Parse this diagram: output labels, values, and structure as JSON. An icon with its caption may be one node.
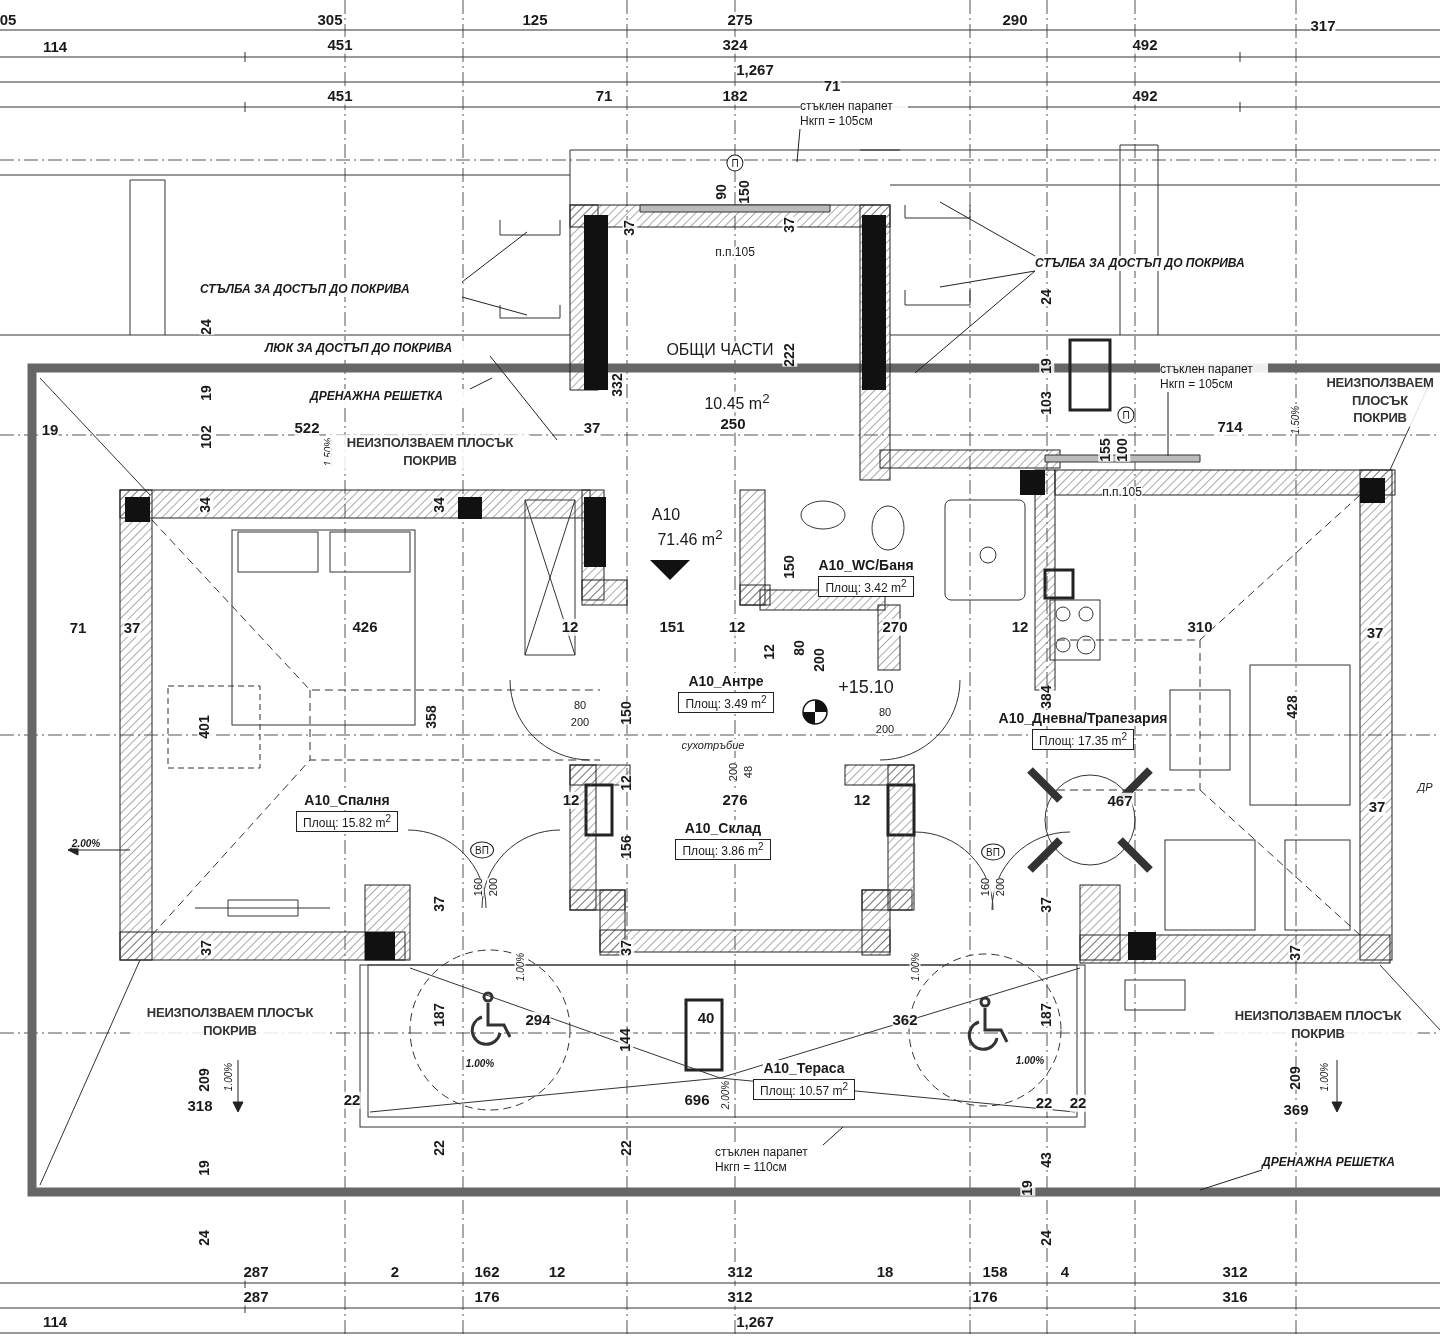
{
  "diagram": {
    "nodes": [
      {
        "text": [
          "A10_Спалня",
          "Площ: 15.82 m$^{2}$"
        ]
      },
      {
        "text": [
          "A10_Антре",
          "Площ: 3.49 m$^{2}$"
        ]
      },
      {
        "text": [
          "A10_WC/Баня",
          "Площ: 3.42 m$^{2}$"
        ]
      },
      {
        "text": [
          "A10_Дневна/Трапезария",
          "Площ: 17.35 m$^{2}$"
        ]
      },
      {
        "text": [
          "A10_Склад",
          "Площ: 3.86 m$^{2}$"
        ]
      },
      {
        "text": [
          "A10_Тераса",
          "Площ: 10.57 m$^{2}$"
        ]
      },
      {
        "text": [
          "СТЪЛБА ЗА ДОСТЪП ДО ПОКРИВА"
        ]
      },
      {
        "text": [
          "СТЪЛБА ЗА ДОСТЪП ДО ПОКРИВА"
        ]
      },
      {
        "text": [
          "ЛЮК ЗА ДОСТЪП ДО ПОКРИВА"
        ]
      },
      {
        "text": [
          "ДРЕНАЖНА РЕШЕТКА"
        ]
      },
      {
        "text": [
          "стъклен парапет Нкгп = 105см"
        ]
      },
      {
        "text": [
          "стъклен парапет Нкгп = 105см"
        ]
      },
      {
        "text": [
          "стъклен парапет Нкгп = 110см"
        ]
      },
      {
        "text": [
          "ДРЕНАЖНА РЕШЕТКА"
        ]
      }
    ],
    "edges": [
      {
        "from": 6,
        "to": null,
        "arrow": "none"
      },
      {
        "from": 6,
        "to": null,
        "arrow": "none"
      },
      {
        "from": 7,
        "to": null,
        "arrow": "none"
      },
      {
        "from": 7,
        "to": null,
        "arrow": "none"
      },
      {
        "from": 7,
        "to": null,
        "arrow": "none"
      },
      {
        "from": 8,
        "to": null,
        "arrow": "none"
      },
      {
        "from": 9,
        "to": null,
        "arrow": "none"
      },
      {
        "from": 10,
        "to": null,
        "arrow": "none"
      },
      {
        "from": 11,
        "to": null,
        "arrow": "none"
      },
      {
        "from": 12,
        "to": null,
        "arrow": "none"
      },
      {
        "from": 13,
        "to": null,
        "arrow": "none"
      }
    ],
    "labels": [
      "05",
      "305",
      "125",
      "275",
      "290",
      "317",
      "114",
      "451",
      "324",
      "492",
      "1,267",
      "451",
      "71",
      "182",
      "71",
      "492",
      "П",
      "90",
      "150",
      "37",
      "37",
      "п.п.105",
      "24",
      "ОБЩИ ЧАСТИ",
      "222",
      "19",
      "24",
      "19",
      "103",
      "10.45 m$^{2}$",
      "НЕИЗПОЛЗВАЕМ ПЛОСЪК ПОКРИВ",
      "19",
      "522",
      "102",
      "1.50%",
      "НЕИЗПОЛЗВАЕМ ПЛОСЪК ПОКРИВ",
      "37",
      "250",
      "332",
      "П",
      "155",
      "100",
      "714",
      "1.50%",
      "п.п.105",
      "A10",
      "71.46 m$^{2}$",
      "34",
      "34",
      "71",
      "37",
      "426",
      "12",
      "151",
      "12",
      "150",
      "270",
      "12",
      "310",
      "37",
      "12",
      "80",
      "200",
      "384",
      "401",
      "358",
      "80",
      "200",
      "150",
      "+15.10",
      "80",
      "200",
      "428",
      "сухотръбие",
      "200",
      "48",
      "ДР",
      "12",
      "12",
      "276",
      "12",
      "467",
      "37",
      "2.00%",
      "ВП",
      "156",
      "ВП",
      "160",
      "200",
      "160",
      "200",
      "37",
      "37",
      "37",
      "37",
      "37",
      "1.00%",
      "1.00%",
      "НЕИЗПОЛЗВАЕМ ПЛОСЪК ПОКРИВ",
      "187",
      "294",
      "40",
      "362",
      "187",
      "НЕИЗПОЛЗВАЕМ ПЛОСЪК ПОКРИВ",
      "144",
      "1.00%",
      "1.00%",
      "209",
      "1.00%",
      "209",
      "1.00%",
      "696",
      "2.00%",
      "22",
      "318",
      "22",
      "22",
      "369",
      "22",
      "22",
      "43",
      "19",
      "19",
      "24",
      "24",
      "287",
      "2",
      "162",
      "12",
      "312",
      "18",
      "158",
      "4",
      "312",
      "287",
      "176",
      "312",
      "176",
      "316",
      "114",
      "1,267"
    ]
  }
}
